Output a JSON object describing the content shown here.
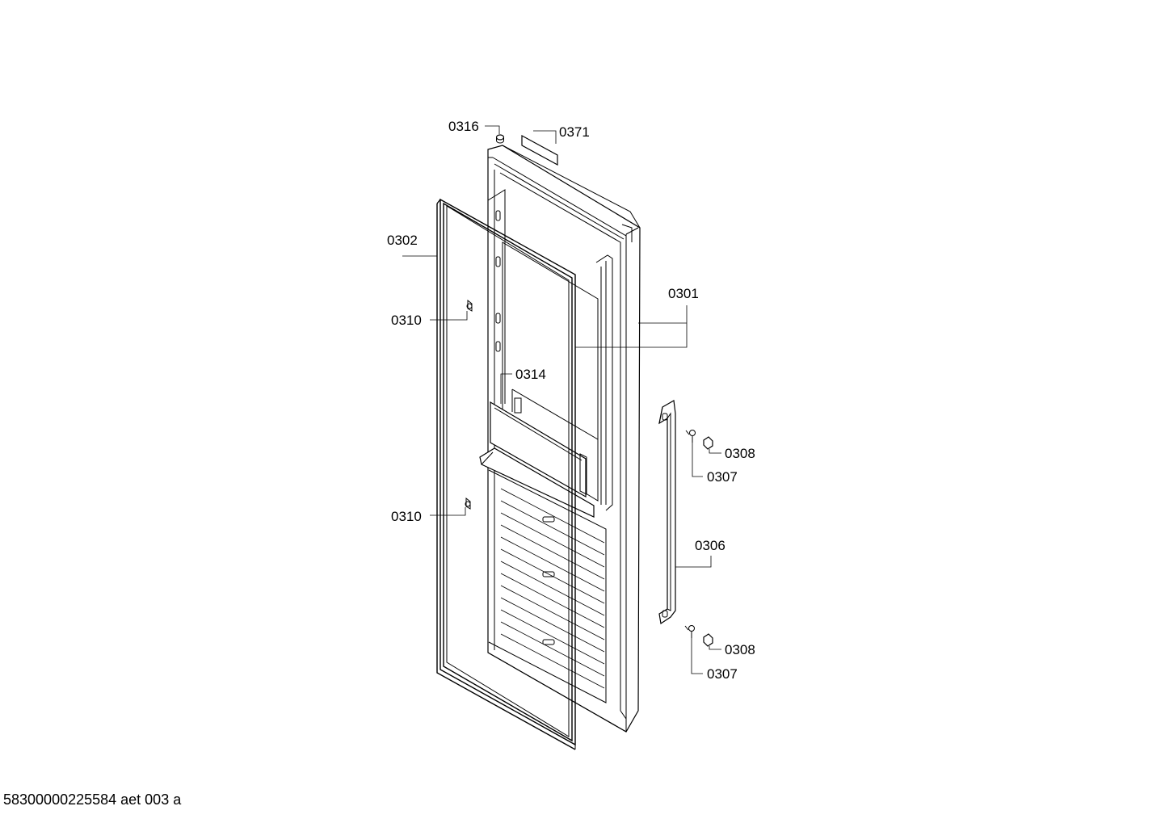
{
  "diagram": {
    "labels": {
      "p0316": "0316",
      "p0371": "0371",
      "p0302": "0302",
      "p0301": "0301",
      "p0310_top": "0310",
      "p0310_bottom": "0310",
      "p0314": "0314",
      "p0308_top": "0308",
      "p0307_top": "0307",
      "p0306": "0306",
      "p0308_bottom": "0308",
      "p0307_bottom": "0307"
    }
  },
  "footer": {
    "code": "58300000225584 aet 003 a"
  }
}
